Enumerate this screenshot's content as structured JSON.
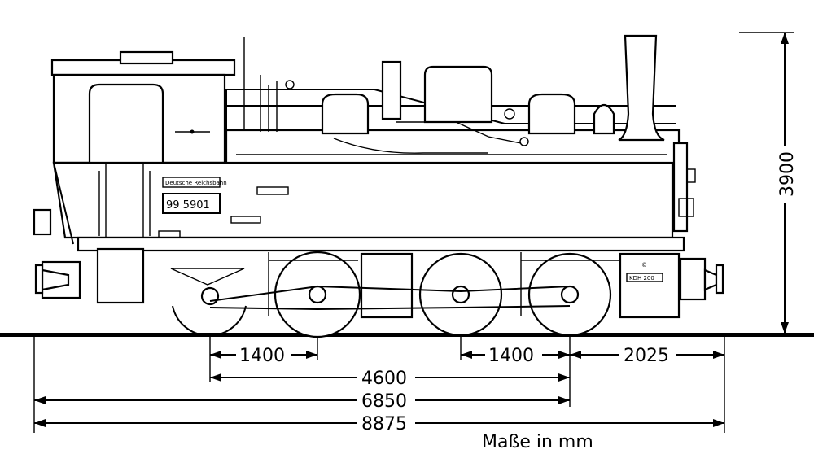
{
  "railway_label": "Deutsche Reichsbahn",
  "number_plate": "99 5901",
  "builder_plate": "KDH 200",
  "builder_mark": "©",
  "dimensions": {
    "axle_spacing_front": "1400",
    "axle_spacing_rear": "1400",
    "rear_overhang": "2025",
    "wheelbase": "4600",
    "length_front_to_axle": "6850",
    "overall_length": "8875",
    "height": "3900"
  },
  "units_note": "Maße in mm"
}
